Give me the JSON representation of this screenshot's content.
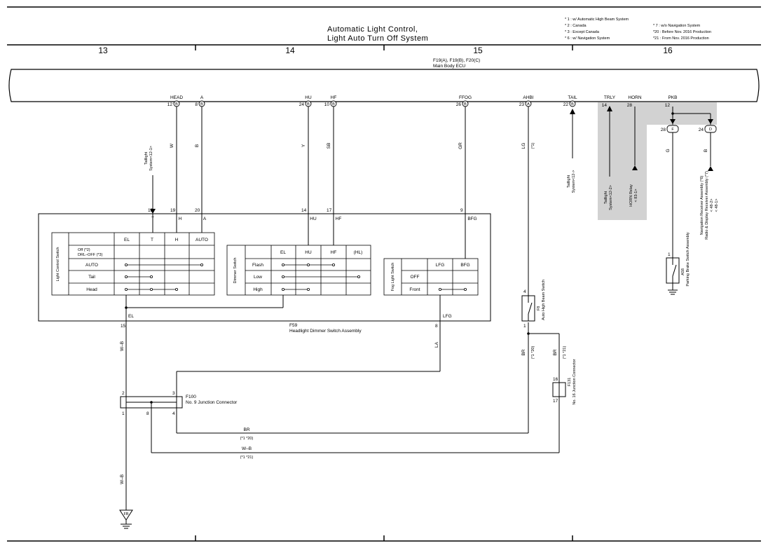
{
  "title": {
    "line1": "Automatic Light Control,",
    "line2": "Light Auto Turn Off System"
  },
  "notes": [
    "* 1 : w/ Automatic High Beam System",
    "* 2 : Canada",
    "* 3 : Except Canada",
    "* 6 : w/ Navigation System",
    "* 7 : w/o Navigation System",
    "*20 : Before Nov.  2016 Production",
    "*21 : From Nov.  2016 Production"
  ],
  "grid": [
    "13",
    "14",
    "15",
    "16"
  ],
  "ecu": {
    "codes": "F19(A), F19(B), F20(C)",
    "name": "Main Body ECU"
  },
  "ecu_terminals": [
    {
      "name": "HEAD",
      "pin": "12",
      "conn": "B"
    },
    {
      "name": "A",
      "pin": "8",
      "conn": "B"
    },
    {
      "name": "HU",
      "pin": "24",
      "conn": "B"
    },
    {
      "name": "HF",
      "pin": "10",
      "conn": "B"
    },
    {
      "name": "FFOG",
      "pin": "26",
      "conn": "B"
    },
    {
      "name": "AHBI",
      "pin": "23",
      "conn": "A"
    },
    {
      "name": "TAIL",
      "pin": "22",
      "conn": "B"
    },
    {
      "name": "TRLY",
      "pin": "14",
      "conn": ""
    },
    {
      "name": "HORN",
      "pin": "28",
      "conn": ""
    },
    {
      "name": "PKB",
      "pin": "12",
      "conn": ""
    }
  ],
  "pkb_branches": [
    {
      "pin": "28",
      "conn": "F"
    },
    {
      "pin": "24",
      "conn": "D"
    }
  ],
  "wires": {
    "w": "W",
    "b": "B",
    "y": "Y",
    "sb": "SB",
    "gr": "GR",
    "lg": "LG",
    "lg_note": "(*1)",
    "g": "G",
    "b2": "B",
    "wb": "W–B",
    "la": "LA",
    "br": "BR",
    "n120": "(*1 *20)",
    "n121": "(*1 *21)",
    "br_bottom": "BR",
    "wb_bottom": "W–B",
    "n120b": "(*1 *20)",
    "n121b": "(*1 *21)",
    "wb_gnd": "W–B"
  },
  "refs": {
    "taillight1": [
      "Taillight",
      "System<12-1>"
    ],
    "taillight2": [
      "Taillight",
      "System<12->"
    ],
    "taillight3": [
      "Taillight",
      "System<12-2>"
    ],
    "horn": [
      "HORN Relay",
      "< 83-1>"
    ],
    "nav": [
      "Navigation Receiver Assembly (*6)",
      "Radio & Display Receiver Assembly (*7)",
      "< 48-2>",
      "< 48-1>"
    ]
  },
  "switch_assy": {
    "code": "F59",
    "name": "Headlight Dimmer Switch Assembly",
    "top_pins": [
      {
        "pin": "18",
        "label": "T"
      },
      {
        "pin": "19",
        "label": "H"
      },
      {
        "pin": "20",
        "label": "A"
      },
      {
        "pin": "14",
        "label": "HU"
      },
      {
        "pin": "17",
        "label": "HF"
      },
      {
        "pin": "9",
        "label": "BFG"
      }
    ],
    "bottom_pins": [
      {
        "pin": "15",
        "label": "EL"
      },
      {
        "pin": "8",
        "label": "LFG"
      }
    ],
    "light_control": {
      "title": "Light Control Switch",
      "cols": [
        "EL",
        "T",
        "H",
        "AUTO"
      ],
      "rows": [
        "Off (*2)",
        "DRL–OFF (*3)",
        "AUTO",
        "Tail",
        "Head"
      ]
    },
    "dimmer": {
      "title": "Dimmer Switch",
      "cols": [
        "EL",
        "HU",
        "HF",
        "(HL)"
      ],
      "rows": [
        "Flash",
        "Low",
        "High"
      ]
    },
    "fog": {
      "title": "Fog Light Switch",
      "cols": [
        "LFG",
        "BFG"
      ],
      "rows": [
        "OFF",
        "Front"
      ]
    }
  },
  "junction": {
    "code": "F100",
    "name": "No. 9 Junction Connector",
    "pins": [
      "2",
      "3",
      "1",
      "8",
      "4"
    ]
  },
  "ahb_switch": {
    "code": "F8",
    "name": "Auto High Beam Switch",
    "pins": [
      "4",
      "1"
    ]
  },
  "junction16": {
    "code": "F131",
    "name": "No. 16 Junction Connector",
    "pins": [
      "16",
      "17"
    ]
  },
  "parking_brake": {
    "code": "A58",
    "name": "Parking Brake Switch Assembly",
    "pin": "1"
  },
  "ground": {
    "label": "FB"
  }
}
